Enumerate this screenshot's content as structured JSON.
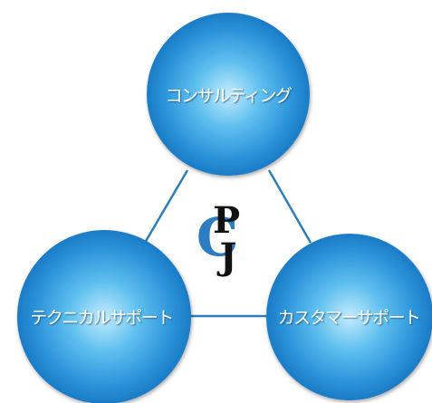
{
  "nodes": {
    "top": {
      "label": "コンサルティング"
    },
    "bottom_left": {
      "label": "テクニカルサポート"
    },
    "bottom_right": {
      "label": "カスタマーサポート"
    }
  },
  "logo": {
    "letter_p": "P",
    "letter_c": "C",
    "letter_j": "J"
  },
  "colors": {
    "circle_light": "#b6e6fb",
    "circle_mid": "#4db3ea",
    "circle_dark": "#1377c4",
    "connector": "#2e7fb8",
    "logo_dark": "#111111",
    "logo_blue": "#2b7cc0"
  }
}
